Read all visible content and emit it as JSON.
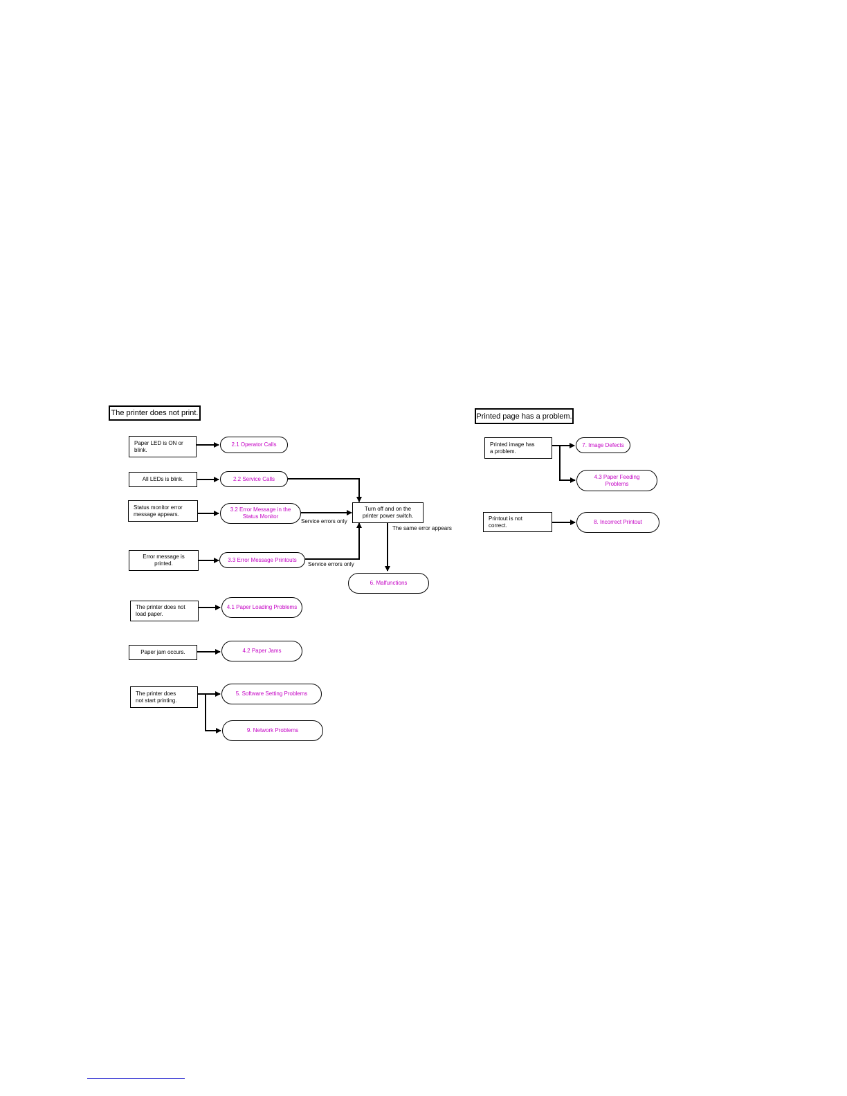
{
  "left_flow": {
    "title": "The printer does not print.",
    "conditions": {
      "paper_led": "Paper LED is ON or\nblink.",
      "all_leds": "All LEDs is blink.",
      "status_monitor": "Status monitor error\nmessage appears.",
      "error_printed": "Error message is\nprinted.",
      "no_load": "The printer does not\nload paper.",
      "paper_jam": "Paper jam occurs.",
      "no_start": "The printer does\nnot start printing."
    },
    "targets": {
      "operator_calls": "2.1 Operator Calls",
      "service_calls": "2.2 Service Calls",
      "error_status_monitor": "3.2 Error Message in the\nStatus Monitor",
      "error_printouts": "3.3 Error Message Printouts",
      "paper_loading": "4.1 Paper Loading Problems",
      "paper_jams": "4.2 Paper Jams",
      "software_setting": "5. Software Setting Problems",
      "network": "9. Network Problems",
      "malfunctions": "6. Malfunctions"
    },
    "power_box": "Turn off and on the\nprinter power switch.",
    "edge_labels": {
      "service_only_1": "Service errors only",
      "service_only_2": "Service errors only",
      "same_error": "The same error appears"
    }
  },
  "right_flow": {
    "title": "Printed page has a problem.",
    "conditions": {
      "image_problem": "Printed image has\na problem.",
      "printout_incorrect": "Printout is not\ncorrect."
    },
    "targets": {
      "image_defects": "7. Image Defects",
      "paper_feeding": "4.3 Paper Feeding\nProblems",
      "incorrect_printout": "8. Incorrect Printout"
    }
  },
  "colors": {
    "link_text": "#c400c4",
    "line": "#000000",
    "footer_rule": "#2a2ad0"
  }
}
